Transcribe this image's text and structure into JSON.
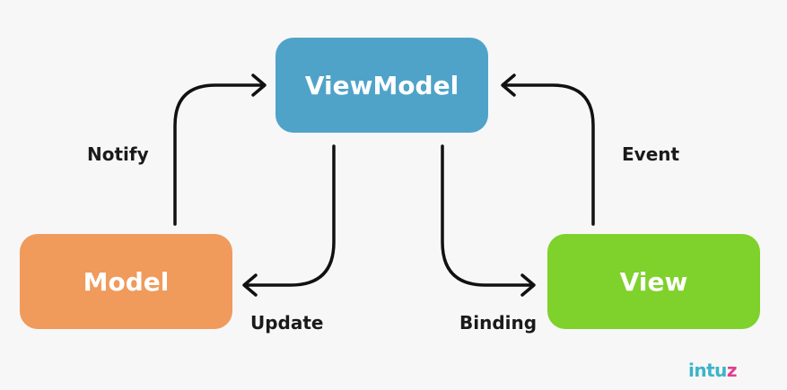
{
  "nodes": {
    "viewmodel": {
      "label": "ViewModel",
      "color": "#4fa3c9"
    },
    "model": {
      "label": "Model",
      "color": "#f09a5c"
    },
    "view": {
      "label": "View",
      "color": "#7fd12b"
    }
  },
  "edges": {
    "notify": "Notify",
    "event": "Event",
    "update": "Update",
    "binding": "Binding"
  },
  "logo": {
    "part1": "intu",
    "part2": "z"
  }
}
